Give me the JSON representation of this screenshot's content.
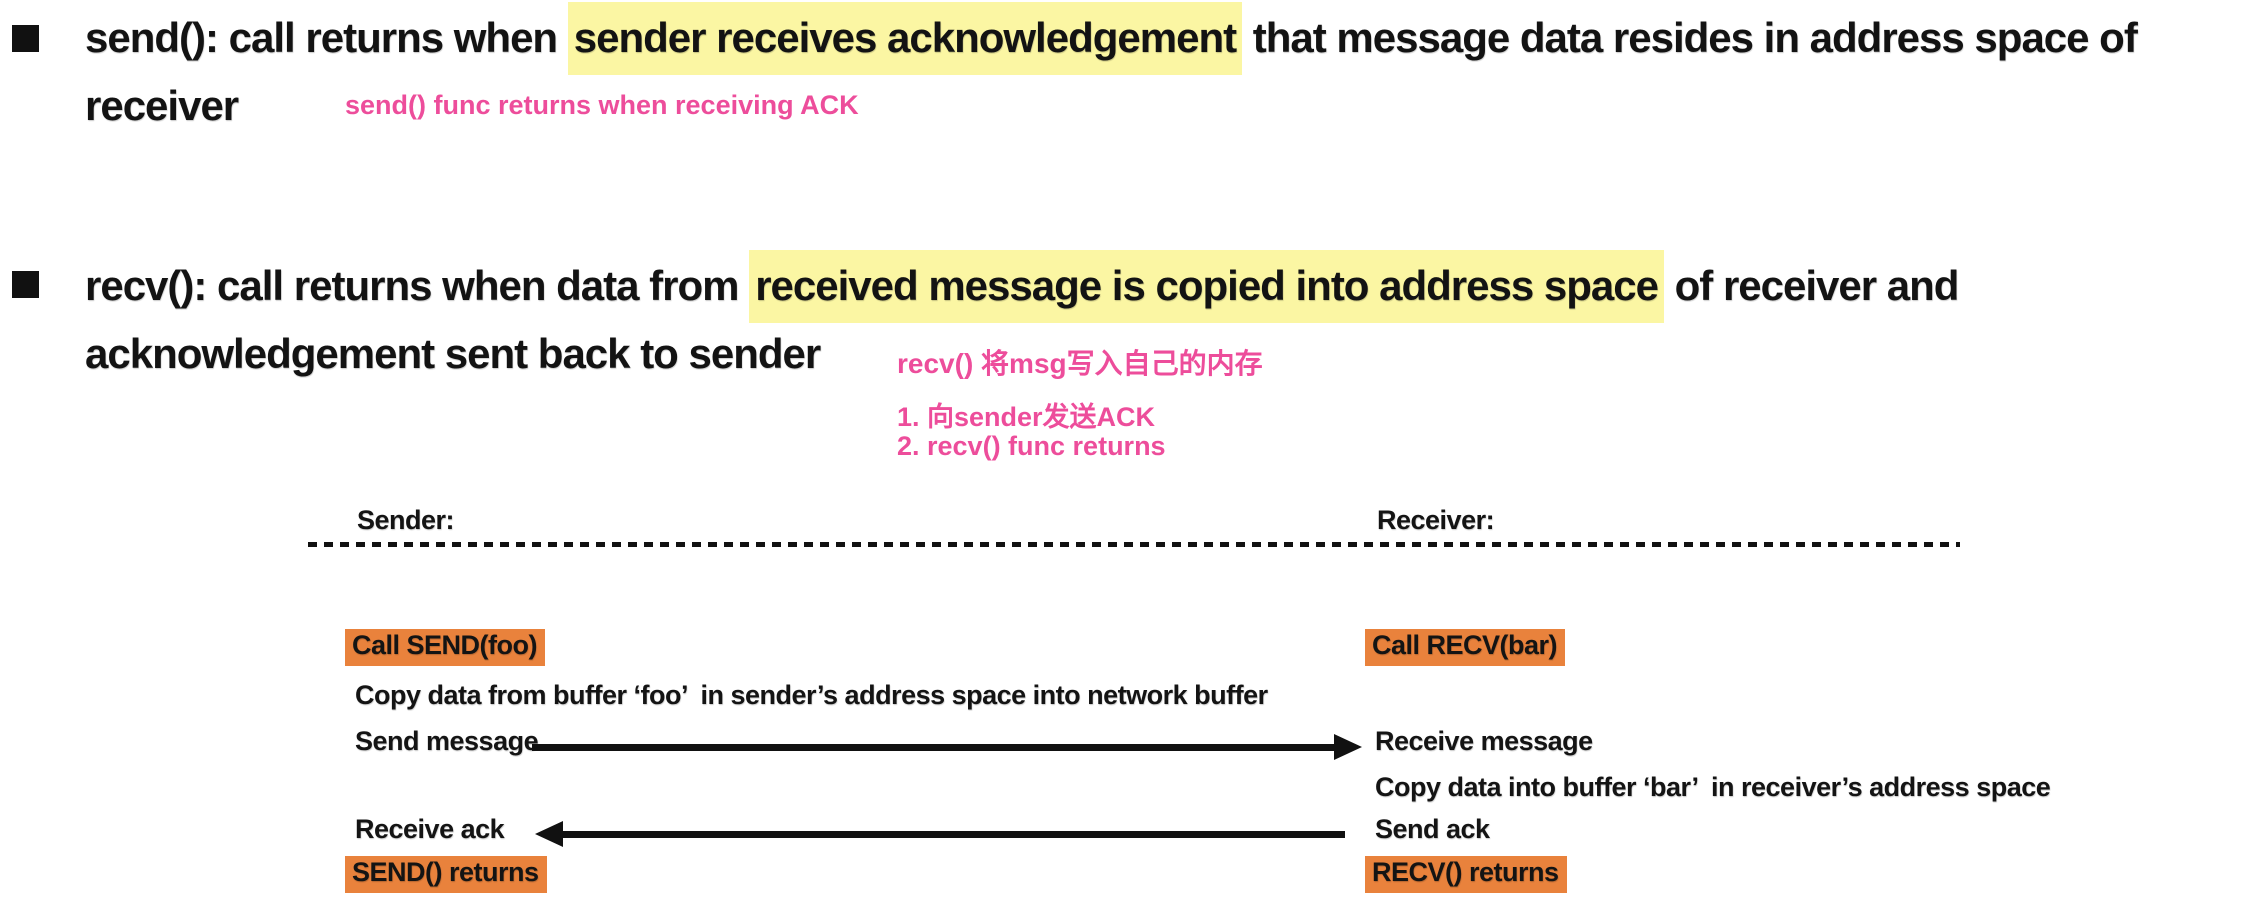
{
  "colors": {
    "highlight_yellow": "#fbf6a3",
    "highlight_orange": "#e9823c",
    "annotation_pink": "#ed4d9b",
    "text_black": "#141414"
  },
  "bullets": [
    {
      "line1_pre": "send(): call returns when ",
      "line1_highlight": "sender receives acknowledgement",
      "line1_post": " that message data resides in address space of",
      "line2": "receiver",
      "annotation": "send() func returns when receiving ACK"
    },
    {
      "line1_pre": "recv(): call returns when data from ",
      "line1_highlight": "received message is copied into address space",
      "line1_post": " of receiver and",
      "line2": "acknowledgement sent back to sender",
      "annotation_heading": "recv() 将msg写入自己的内存",
      "annotation_steps": [
        "1. 向sender发送ACK",
        "2. recv() func returns"
      ]
    }
  ],
  "diagram": {
    "sender_label": "Sender:",
    "receiver_label": "Receiver:",
    "sender": {
      "call": "Call SEND(foo)",
      "copy": "Copy data from buffer ‘foo’  in sender’s address space into network buffer",
      "send_message": "Send message",
      "receive_ack": "Receive ack",
      "returns": "SEND() returns"
    },
    "receiver": {
      "call": "Call RECV(bar)",
      "receive_message": "Receive message",
      "copy": "Copy data into buffer ‘bar’  in receiver’s address space",
      "send_ack": "Send ack",
      "returns": "RECV() returns"
    }
  }
}
